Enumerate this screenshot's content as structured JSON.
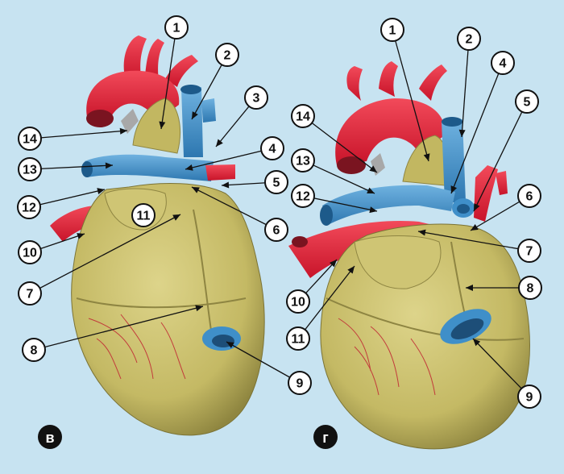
{
  "colors": {
    "background": "#c7e3f1",
    "heart": "#c9bf6e",
    "heart_shadow": "#9d9447",
    "artery": "#e2283c",
    "vein": "#3f8fc9",
    "vessel_lines": "#c23b3b"
  },
  "panels": [
    {
      "letter": "в",
      "labels": [
        {
          "n": "1"
        },
        {
          "n": "2"
        },
        {
          "n": "3"
        },
        {
          "n": "4"
        },
        {
          "n": "5"
        },
        {
          "n": "6"
        },
        {
          "n": "7"
        },
        {
          "n": "8"
        },
        {
          "n": "9"
        },
        {
          "n": "10"
        },
        {
          "n": "11"
        },
        {
          "n": "12"
        },
        {
          "n": "13"
        },
        {
          "n": "14"
        }
      ]
    },
    {
      "letter": "г",
      "labels": [
        {
          "n": "1"
        },
        {
          "n": "2"
        },
        {
          "n": "4"
        },
        {
          "n": "5"
        },
        {
          "n": "6"
        },
        {
          "n": "7"
        },
        {
          "n": "8"
        },
        {
          "n": "9"
        },
        {
          "n": "10"
        },
        {
          "n": "11"
        },
        {
          "n": "12"
        },
        {
          "n": "13"
        },
        {
          "n": "14"
        }
      ]
    }
  ]
}
